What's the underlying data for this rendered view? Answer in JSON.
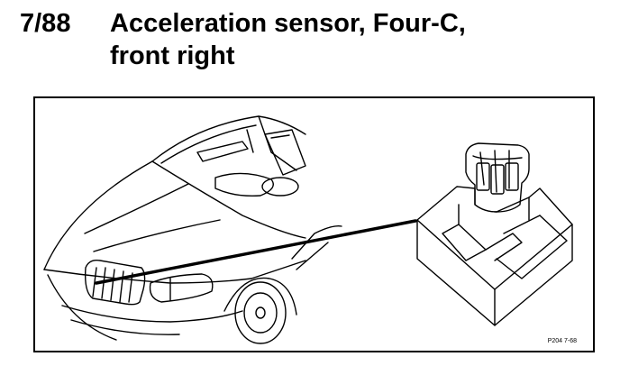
{
  "header": {
    "section_number": "7/88",
    "title_line1": "Acceleration sensor, Four-C,",
    "title_line2": "front right"
  },
  "figure": {
    "reference_code": "P204 7-68"
  }
}
